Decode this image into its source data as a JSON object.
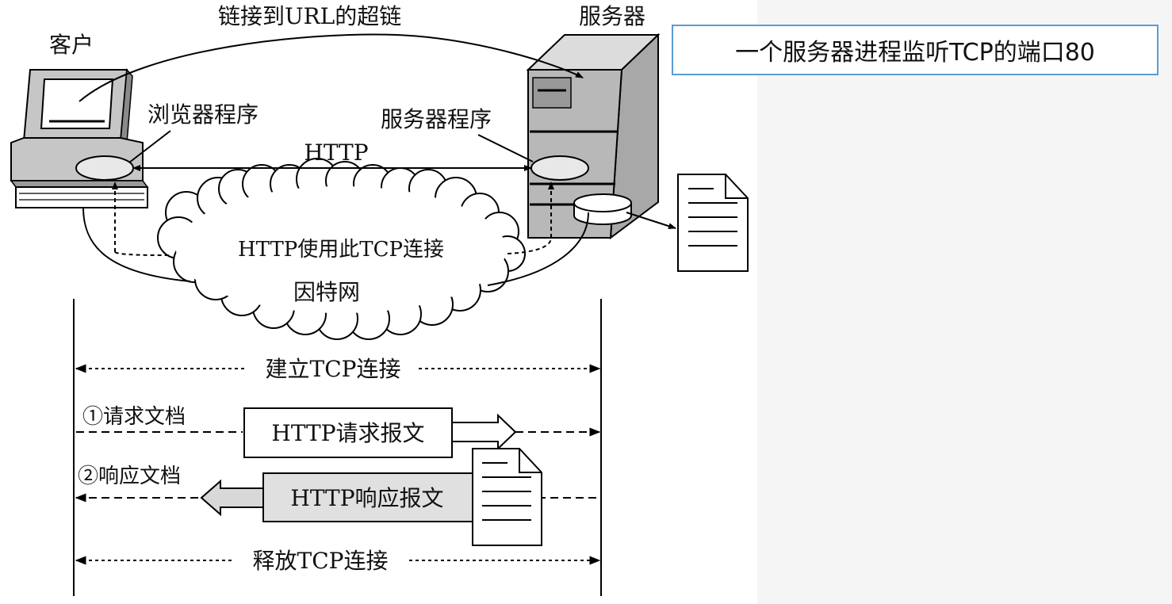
{
  "labels": {
    "client": "客户",
    "server": "服务器",
    "hyperlink": "链接到URL的超链",
    "browser_program": "浏览器程序",
    "server_program": "服务器程序",
    "http": "HTTP",
    "http_uses_tcp": "HTTP使用此TCP连接",
    "internet": "因特网",
    "establish_tcp": "建立TCP连接",
    "request_doc": "①请求文档",
    "http_request": "HTTP请求报文",
    "response_doc": "②响应文档",
    "http_response": "HTTP响应报文",
    "release_tcp": "释放TCP连接"
  },
  "callout": {
    "text": "一个服务器进程监听TCP的端口80"
  },
  "colors": {
    "callout_border": "#5b9bd5",
    "response_box_fill": "#e0e0e0",
    "server_body": "#b8b8b8",
    "computer_body": "#c6c6c6"
  }
}
